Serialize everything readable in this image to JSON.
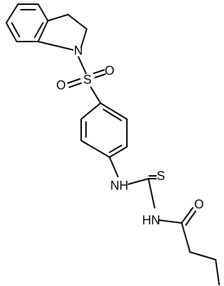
{
  "molecule": {
    "atoms": {
      "indoline_n": "N",
      "sulfonyl_s": "S",
      "sulfonyl_o_left": "O",
      "sulfonyl_o_right": "O",
      "thio_nh": "NH",
      "thione_s": "S",
      "amide_nh": "HN",
      "carbonyl_o": "O"
    }
  }
}
